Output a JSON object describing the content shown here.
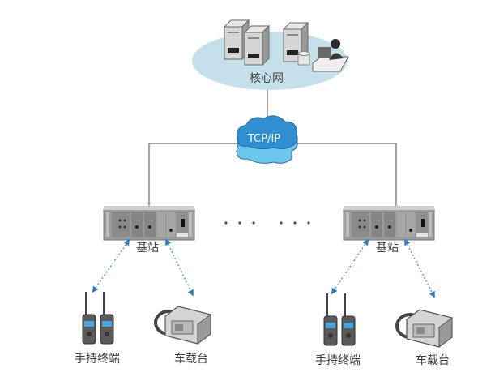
{
  "diagram": {
    "core_network": {
      "label": "核心网"
    },
    "cloud": {
      "label": "TCP/IP"
    },
    "ellipsis_left": "· · ·",
    "ellipsis_right": "· · ·",
    "base_stations": [
      {
        "label": "基站"
      },
      {
        "label": "基站"
      }
    ],
    "terminals": [
      {
        "handheld_label": "手持终端",
        "vehicle_label": "车载台"
      },
      {
        "handheld_label": "手持终端",
        "vehicle_label": "车载台"
      }
    ]
  },
  "colors": {
    "ellipse": "#c5e0ea",
    "cloud_top": "#2f8fd0",
    "cloud_side": "#6cc6ee",
    "line": "#666666",
    "dotted": "#4a90c8"
  }
}
